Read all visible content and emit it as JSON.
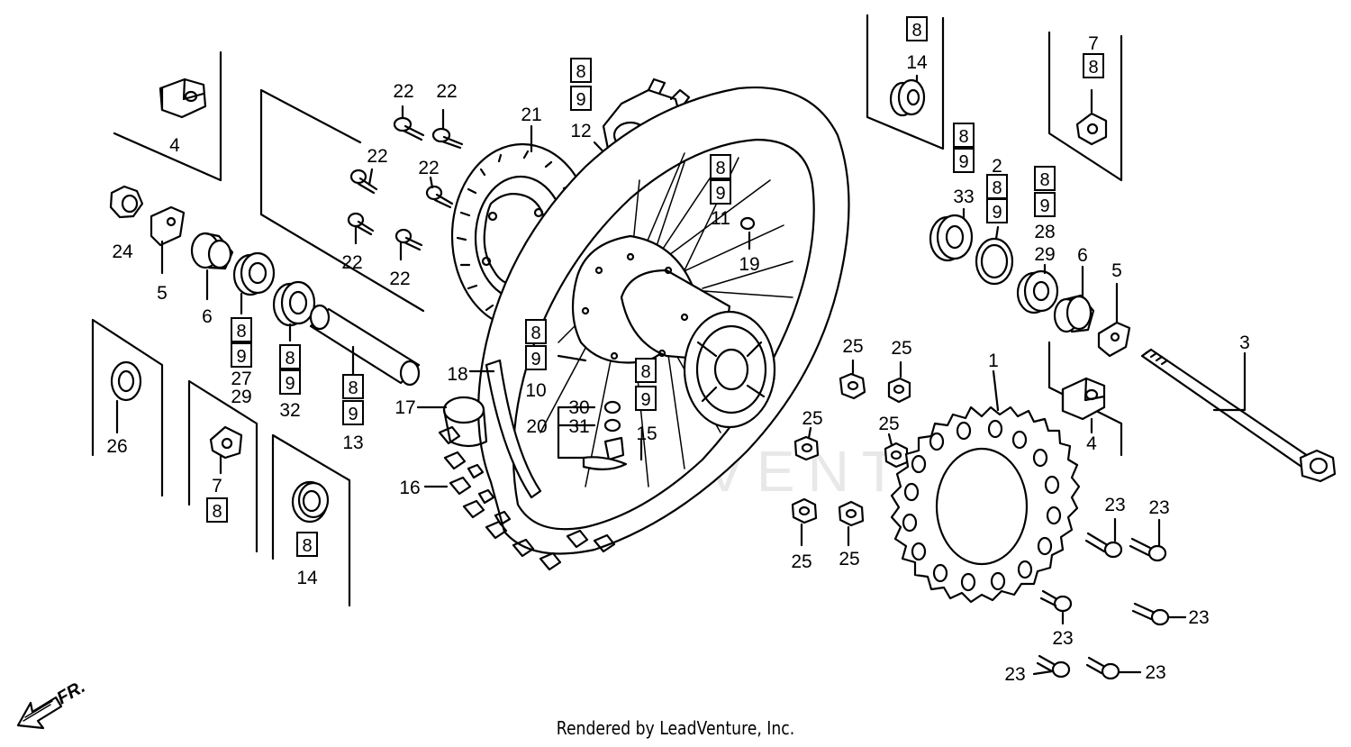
{
  "footer": "Rendered by LeadVenture, Inc.",
  "watermark": "LEADVENTURE",
  "direction_label": "FR.",
  "callouts": [
    {
      "text": "4"
    },
    {
      "text": "24"
    },
    {
      "text": "5"
    },
    {
      "text": "6"
    },
    {
      "text": "8"
    },
    {
      "text": "9"
    },
    {
      "text": "27"
    },
    {
      "text": "29"
    },
    {
      "text": "8"
    },
    {
      "text": "9"
    },
    {
      "text": "32"
    },
    {
      "text": "8"
    },
    {
      "text": "9"
    },
    {
      "text": "13"
    },
    {
      "text": "26"
    },
    {
      "text": "7"
    },
    {
      "text": "8"
    },
    {
      "text": "8"
    },
    {
      "text": "14"
    },
    {
      "text": "22"
    },
    {
      "text": "22"
    },
    {
      "text": "22"
    },
    {
      "text": "22"
    },
    {
      "text": "22"
    },
    {
      "text": "22"
    },
    {
      "text": "21"
    },
    {
      "text": "8"
    },
    {
      "text": "9"
    },
    {
      "text": "12"
    },
    {
      "text": "8"
    },
    {
      "text": "9"
    },
    {
      "text": "11"
    },
    {
      "text": "19"
    },
    {
      "text": "8"
    },
    {
      "text": "9"
    },
    {
      "text": "10"
    },
    {
      "text": "8"
    },
    {
      "text": "9"
    },
    {
      "text": "18"
    },
    {
      "text": "17"
    },
    {
      "text": "30"
    },
    {
      "text": "20"
    },
    {
      "text": "31"
    },
    {
      "text": "15"
    },
    {
      "text": "16"
    },
    {
      "text": "25"
    },
    {
      "text": "25"
    },
    {
      "text": "25"
    },
    {
      "text": "25"
    },
    {
      "text": "25"
    },
    {
      "text": "25"
    },
    {
      "text": "1"
    },
    {
      "text": "8"
    },
    {
      "text": "14"
    },
    {
      "text": "7"
    },
    {
      "text": "8"
    },
    {
      "text": "8"
    },
    {
      "text": "9"
    },
    {
      "text": "33"
    },
    {
      "text": "2"
    },
    {
      "text": "8"
    },
    {
      "text": "9"
    },
    {
      "text": "8"
    },
    {
      "text": "9"
    },
    {
      "text": "28"
    },
    {
      "text": "29"
    },
    {
      "text": "6"
    },
    {
      "text": "5"
    },
    {
      "text": "3"
    },
    {
      "text": "4"
    },
    {
      "text": "23"
    },
    {
      "text": "23"
    },
    {
      "text": "23"
    },
    {
      "text": "23"
    },
    {
      "text": "23"
    },
    {
      "text": "23"
    }
  ]
}
